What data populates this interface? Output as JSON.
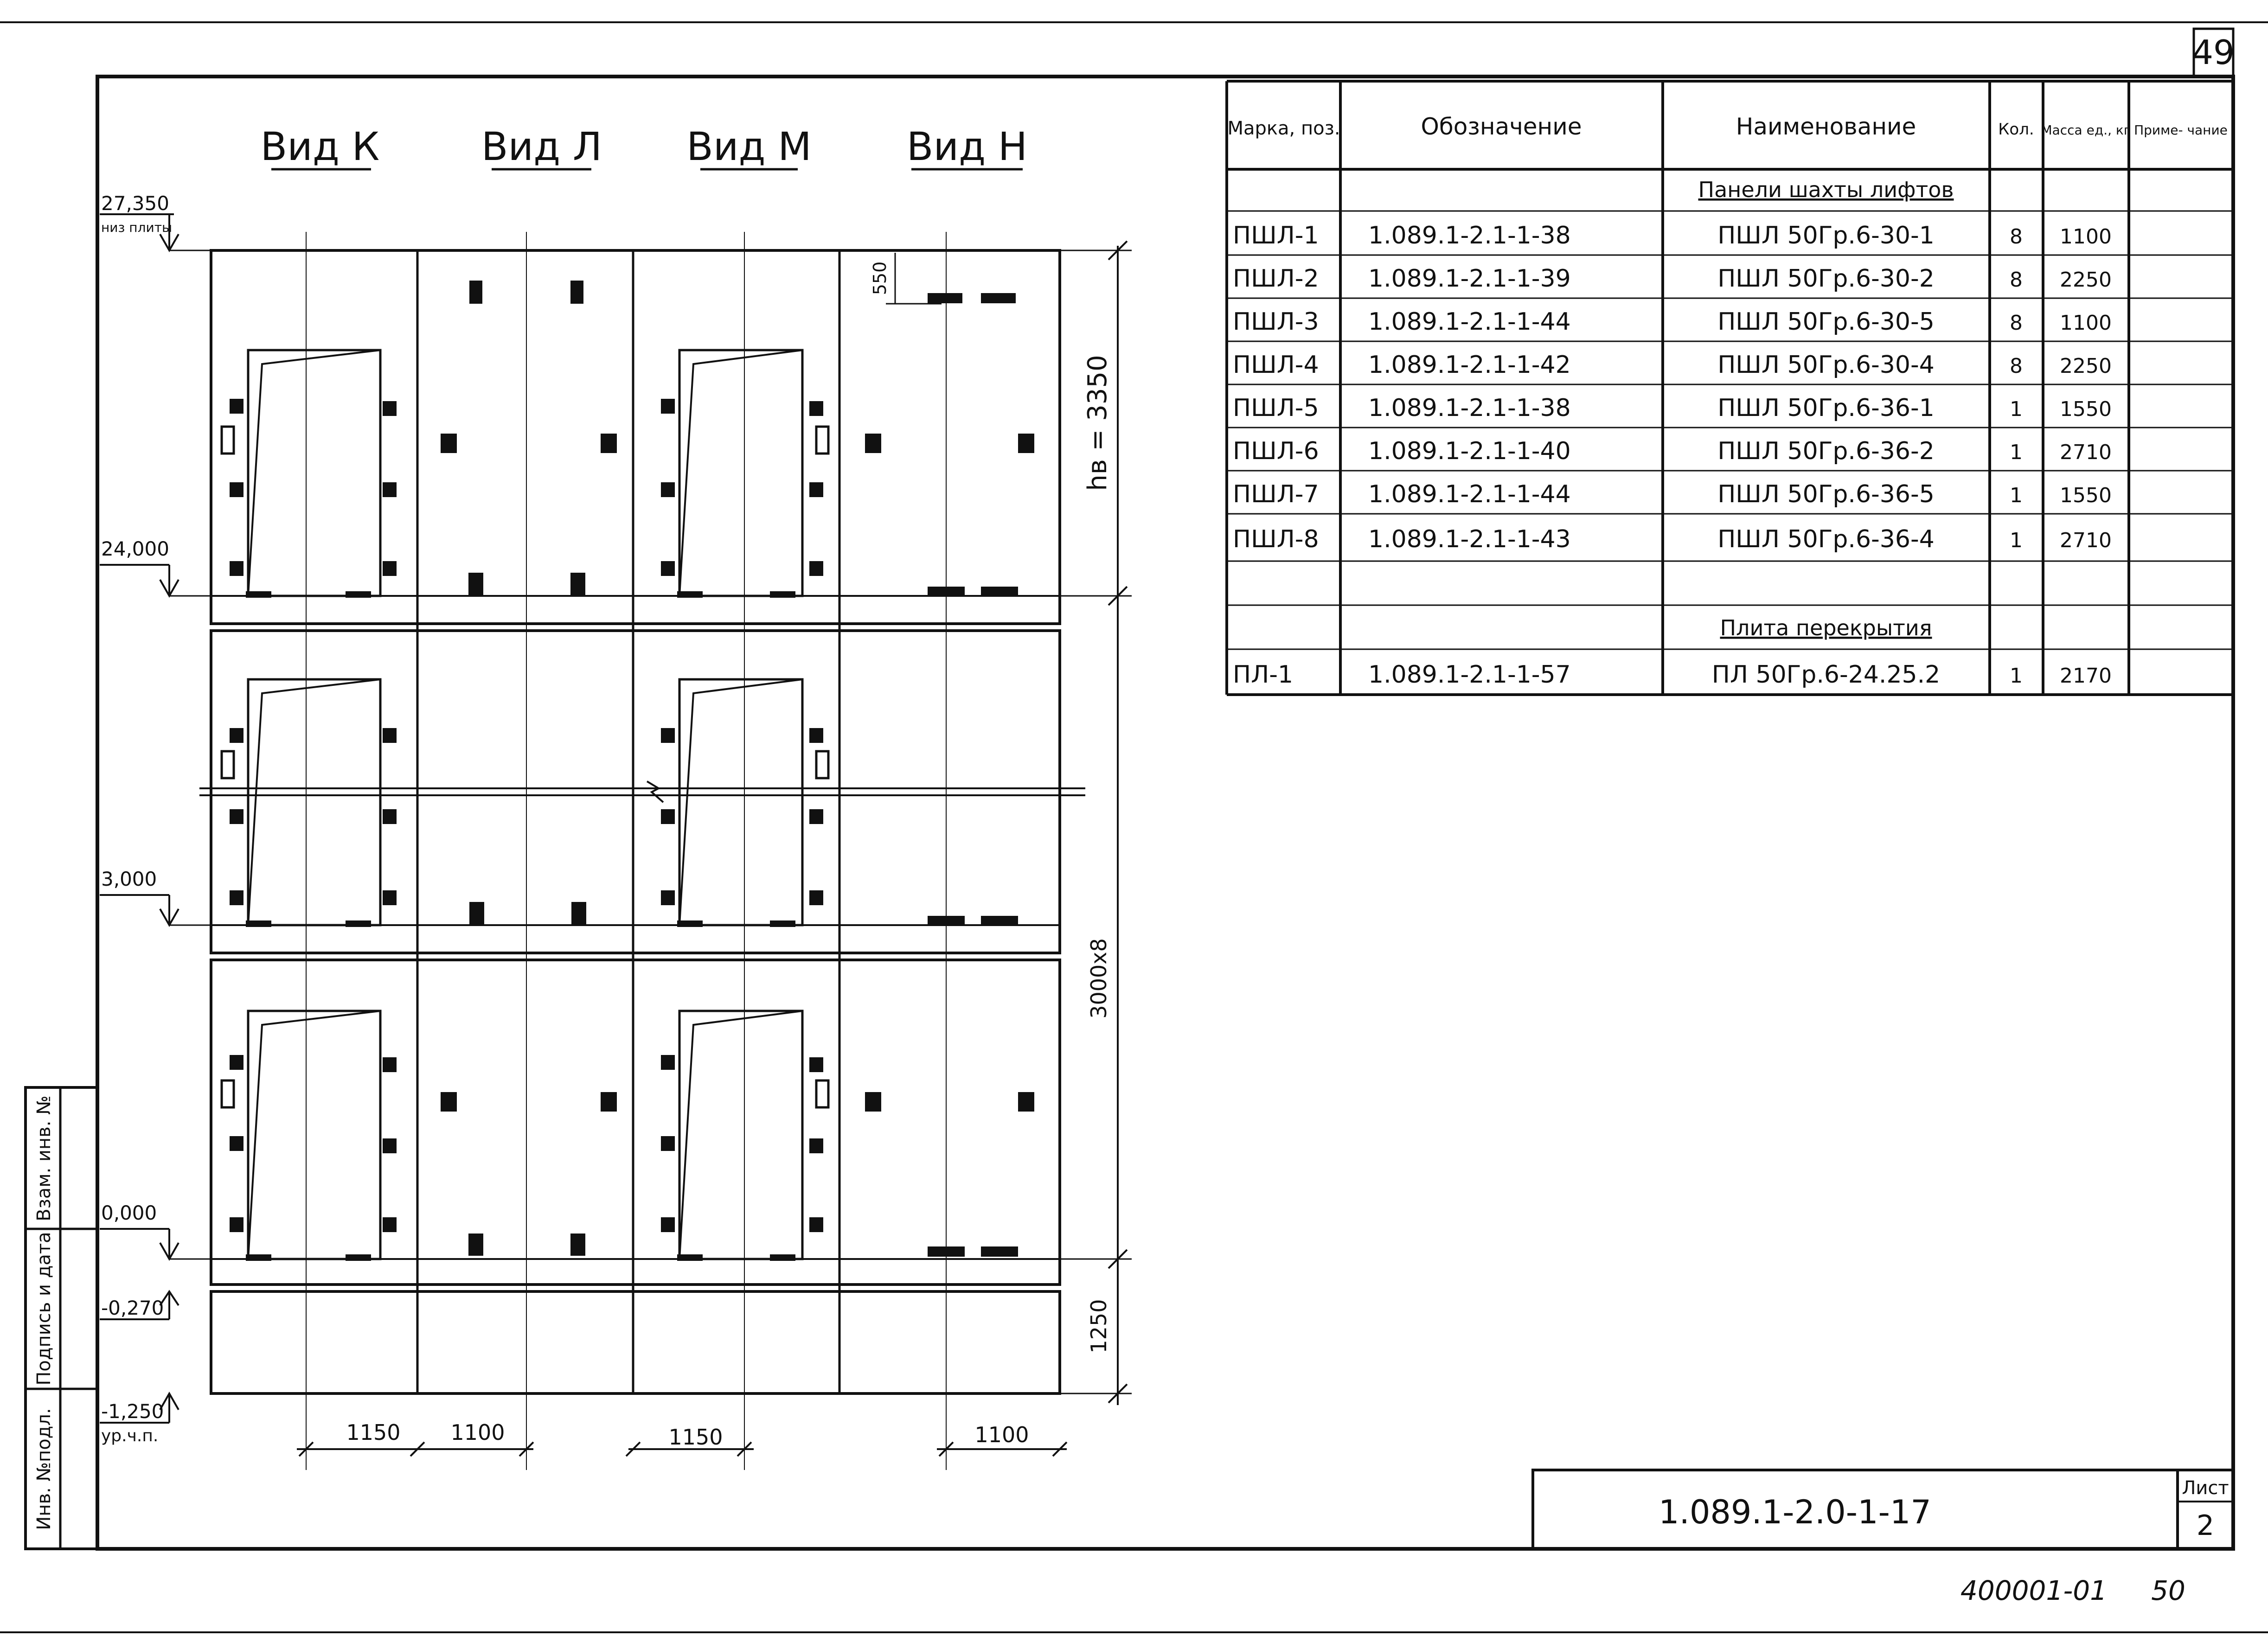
{
  "page_number": "49",
  "views": [
    "Вид К",
    "Вид Л",
    "Вид М",
    "Вид Н"
  ],
  "levels": [
    {
      "value": "27,350",
      "note": "низ плиты"
    },
    {
      "value": "24,000",
      "note": ""
    },
    {
      "value": "3,000",
      "note": ""
    },
    {
      "value": "0,000",
      "note": ""
    },
    {
      "value": "-0,270",
      "note": ""
    },
    {
      "value": "-1,250",
      "note": "ур.ч.п."
    }
  ],
  "dimensions": {
    "right_hb": "hв = 3350",
    "right_mid": "3000х8",
    "right_low": "1250",
    "top_offset": "550",
    "bottom": [
      "1150",
      "1100",
      "1150",
      "1100"
    ]
  },
  "stamp_side": [
    "Инв. №подл.",
    "Подпись и дата",
    "Взам. инв. №"
  ],
  "table": {
    "headers": [
      "Марка, поз.",
      "Обозначение",
      "Наименование",
      "Кол.",
      "Масса ед., кг",
      "Приме- чание"
    ],
    "section1": "Панели шахты лифтов",
    "rows1": [
      [
        "ПШЛ-1",
        "1.089.1-2.1-1-38",
        "ПШЛ 50Гр.6-30-1",
        "8",
        "1100",
        ""
      ],
      [
        "ПШЛ-2",
        "1.089.1-2.1-1-39",
        "ПШЛ 50Гр.6-30-2",
        "8",
        "2250",
        ""
      ],
      [
        "ПШЛ-3",
        "1.089.1-2.1-1-44",
        "ПШЛ 50Гр.6-30-5",
        "8",
        "1100",
        ""
      ],
      [
        "ПШЛ-4",
        "1.089.1-2.1-1-42",
        "ПШЛ 50Гр.6-30-4",
        "8",
        "2250",
        ""
      ],
      [
        "ПШЛ-5",
        "1.089.1-2.1-1-38",
        "ПШЛ 50Гр.6-36-1",
        "1",
        "1550",
        ""
      ],
      [
        "ПШЛ-6",
        "1.089.1-2.1-1-40",
        "ПШЛ 50Гр.6-36-2",
        "1",
        "2710",
        ""
      ],
      [
        "ПШЛ-7",
        "1.089.1-2.1-1-44",
        "ПШЛ 50Гр.6-36-5",
        "1",
        "1550",
        ""
      ],
      [
        "ПШЛ-8",
        "1.089.1-2.1-1-43",
        "ПШЛ 50Гр.6-36-4",
        "1",
        "2710",
        ""
      ]
    ],
    "section2": "Плита перекрытия",
    "rows2": [
      [
        "ПЛ-1",
        "1.089.1-2.1-1-57",
        "ПЛ 50Гр.6-24.25.2",
        "1",
        "2170",
        ""
      ]
    ]
  },
  "title_block": {
    "code": "1.089.1-2.0-1-17",
    "sheet_label": "Лист",
    "sheet_number": "2"
  },
  "footer": {
    "archive_number": "400001-01",
    "page": "50"
  }
}
